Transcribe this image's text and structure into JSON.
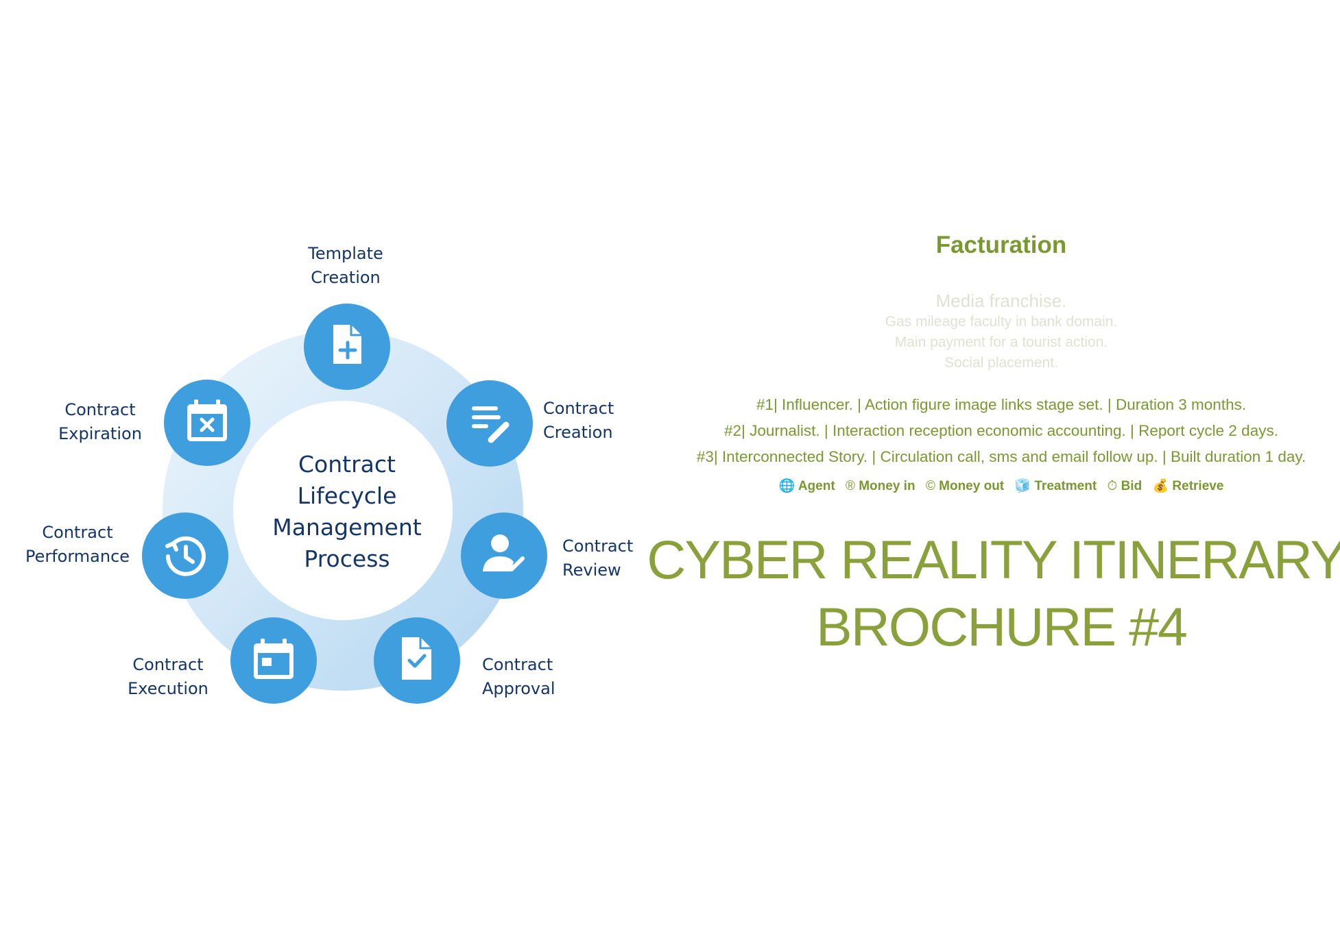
{
  "diagram": {
    "center_title": [
      "Contract",
      "Lifecycle",
      "Management",
      "Process"
    ],
    "stages": [
      {
        "id": "template-creation",
        "lines": [
          "Template",
          "Creation"
        ],
        "icon": "file-plus-icon"
      },
      {
        "id": "contract-creation",
        "lines": [
          "Contract",
          "Creation"
        ],
        "icon": "list-pen-icon"
      },
      {
        "id": "contract-review",
        "lines": [
          "Contract",
          "Review"
        ],
        "icon": "user-check-icon"
      },
      {
        "id": "contract-approval",
        "lines": [
          "Contract",
          "Approval"
        ],
        "icon": "file-check-icon"
      },
      {
        "id": "contract-execution",
        "lines": [
          "Contract",
          "Execution"
        ],
        "icon": "calendar-icon"
      },
      {
        "id": "contract-performance",
        "lines": [
          "Contract",
          "Performance"
        ],
        "icon": "history-icon"
      },
      {
        "id": "contract-expiration",
        "lines": [
          "Contract",
          "Expiration"
        ],
        "icon": "calendar-x-icon"
      }
    ],
    "colors": {
      "node": "#3e9ede",
      "ring_light": "#e6f2fb",
      "ring_dark": "#b5d8f2",
      "text": "#14356a"
    }
  },
  "panel": {
    "title": "Facturation",
    "tagline": "Media franchise.",
    "sublines": [
      "Gas mileage faculty in bank domain.",
      "Main payment for a tourist action.",
      "Social placement."
    ],
    "items": [
      "#1| Influencer. | Action figure image links stage set. | Duration 3 months.",
      "#2| Journalist. | Interaction reception economic accounting. | Report cycle 2 days.",
      "#3| Interconnected Story. | Circulation call, sms and email follow up. | Built duration 1 day."
    ],
    "legend": [
      {
        "symbol": "🌐",
        "label": "Agent"
      },
      {
        "symbol": "®",
        "label": "Money in"
      },
      {
        "symbol": "©",
        "label": "Money out"
      },
      {
        "symbol": "🧊",
        "label": "Treatment"
      },
      {
        "symbol": "⏱",
        "label": "Bid"
      },
      {
        "symbol": "💰",
        "label": "Retrieve"
      }
    ],
    "headline": [
      "CYBER REALITY ITINERARY:",
      "BROCHURE #4"
    ],
    "colors": {
      "accent": "#7a9830",
      "faded": "#dfe2d2"
    }
  }
}
